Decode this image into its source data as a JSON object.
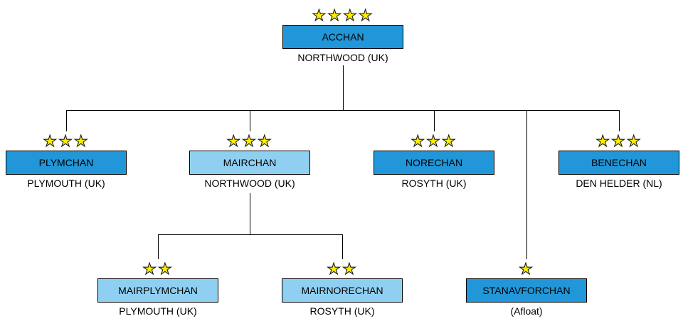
{
  "colors": {
    "node_dark": "#2196d8",
    "node_light": "#8fd0f2",
    "star": "#ffec00",
    "line": "#000000"
  },
  "nodes": {
    "acchan": {
      "label": "ACCHAN",
      "location": "NORTHWOOD (UK)",
      "stars": 4,
      "parent": null
    },
    "plymchan": {
      "label": "PLYMCHAN",
      "location": "PLYMOUTH (UK)",
      "stars": 3,
      "parent": "ACCHAN"
    },
    "mairchan": {
      "label": "MAIRCHAN",
      "location": "NORTHWOOD (UK)",
      "stars": 3,
      "parent": "ACCHAN"
    },
    "norechan": {
      "label": "NORECHAN",
      "location": "ROSYTH (UK)",
      "stars": 3,
      "parent": "ACCHAN"
    },
    "benechan": {
      "label": "BENECHAN",
      "location": "DEN HELDER (NL)",
      "stars": 3,
      "parent": "ACCHAN"
    },
    "mairplymchan": {
      "label": "MAIRPLYMCHAN",
      "location": "PLYMOUTH (UK)",
      "stars": 2,
      "parent": "MAIRCHAN"
    },
    "mairnorechan": {
      "label": "MAIRNORECHAN",
      "location": "ROSYTH (UK)",
      "stars": 2,
      "parent": "MAIRCHAN"
    },
    "stanavforchan": {
      "label": "STANAVFORCHAN",
      "location": "(Afloat)",
      "stars": 1,
      "parent": "ACCHAN"
    }
  }
}
